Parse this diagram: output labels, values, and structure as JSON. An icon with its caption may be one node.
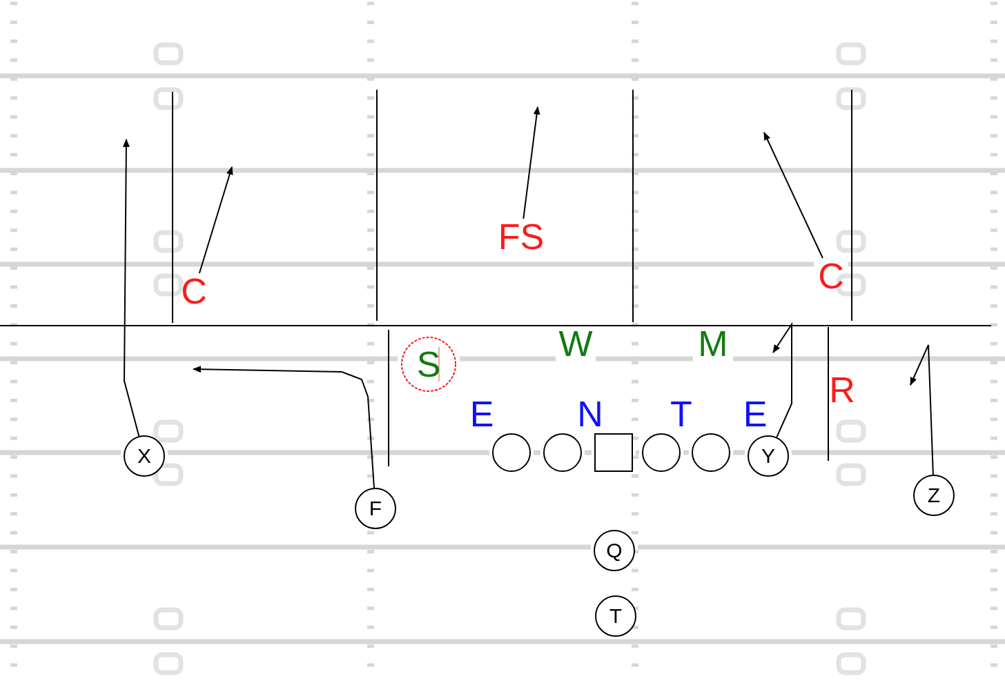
{
  "diagram": {
    "nodes": [
      {
        "text": [
          "FS"
        ]
      },
      {
        "text": [
          "C"
        ]
      },
      {
        "text": [
          "C"
        ]
      },
      {
        "text": [
          "W"
        ]
      },
      {
        "text": [
          "M"
        ]
      },
      {
        "text": [
          "S"
        ]
      },
      {
        "text": [
          "R"
        ]
      },
      {
        "text": [
          "E"
        ]
      },
      {
        "text": [
          "N"
        ]
      },
      {
        "text": [
          "T"
        ]
      },
      {
        "text": [
          "E"
        ]
      },
      {
        "text": [
          "X"
        ]
      },
      {
        "text": [],
        "shape": "circle"
      },
      {
        "text": [],
        "shape": "circle"
      },
      {
        "text": [],
        "shape": "box"
      },
      {
        "text": [],
        "shape": "circle"
      },
      {
        "text": [],
        "shape": "circle"
      },
      {
        "text": [
          "Y"
        ]
      },
      {
        "text": [
          "Z"
        ]
      },
      {
        "text": [
          "F"
        ]
      },
      {
        "text": [
          "Q"
        ]
      },
      {
        "text": [
          "T"
        ]
      }
    ],
    "edges": [
      {
        "from": 11,
        "to": null,
        "arrow": "to"
      },
      {
        "from": 2,
        "to": null,
        "arrow": "to"
      },
      {
        "from": 0,
        "to": null,
        "arrow": "to"
      },
      {
        "from": 1,
        "to": null,
        "arrow": "to"
      },
      {
        "from": 19,
        "to": null,
        "arrow": "to"
      },
      {
        "from": 17,
        "to": null,
        "arrow": "to"
      },
      {
        "from": 18,
        "to": null,
        "arrow": "to"
      }
    ]
  }
}
